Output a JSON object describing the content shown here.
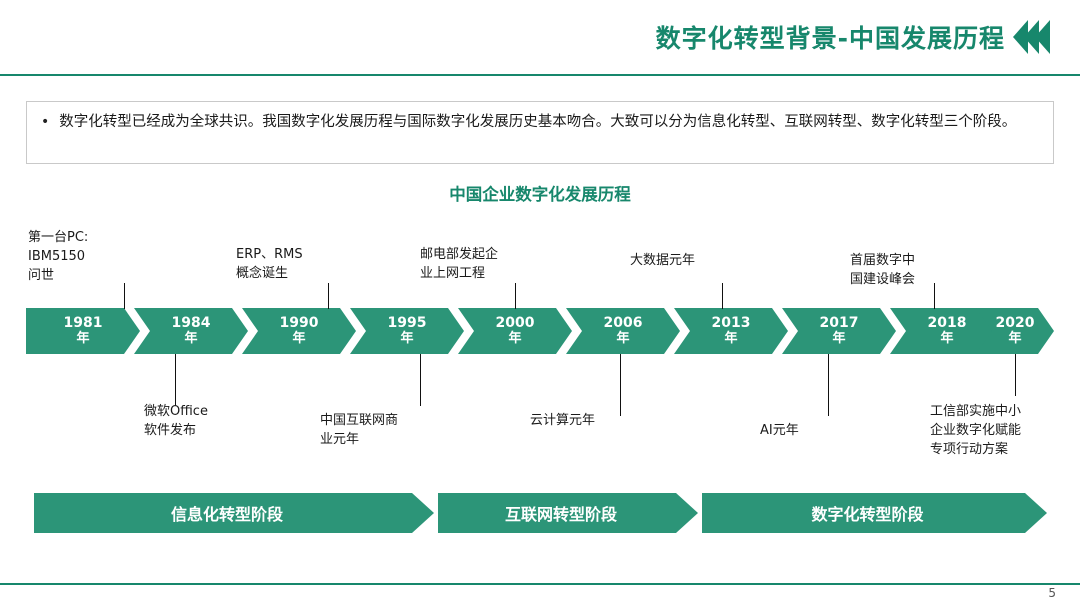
{
  "header": {
    "title": "数字化转型背景-中国发展历程",
    "accent_color": "#17876c"
  },
  "bullet": {
    "marker": "•",
    "text": "数字化转型已经成为全球共识。我国数字化发展历程与国际数字化发展历史基本吻合。大致可以分为信息化转型、互联网转型、数字化转型三个阶段。"
  },
  "subtitle": "中国企业数字化发展历程",
  "timeline": {
    "chevron_color": "#2c9578",
    "milestones": [
      {
        "year": "1981",
        "unit": "年",
        "label_above": "第一台PC:\nIBM5150\n问世",
        "label_below": ""
      },
      {
        "year": "1984",
        "unit": "年",
        "label_above": "",
        "label_below": "微软Office\n软件发布"
      },
      {
        "year": "1990",
        "unit": "年",
        "label_above": "ERP、RMS\n概念诞生",
        "label_below": ""
      },
      {
        "year": "1995",
        "unit": "年",
        "label_above": "",
        "label_below": "中国互联网商\n业元年"
      },
      {
        "year": "2000",
        "unit": "年",
        "label_above": "邮电部发起企\n业上网工程",
        "label_below": ""
      },
      {
        "year": "2006",
        "unit": "年",
        "label_above": "",
        "label_below": "云计算元年"
      },
      {
        "year": "2013",
        "unit": "年",
        "label_above": "大数据元年",
        "label_below": ""
      },
      {
        "year": "2017",
        "unit": "年",
        "label_above": "",
        "label_below": "AI元年"
      },
      {
        "year": "2018",
        "unit": "年",
        "label_above": "首届数字中\n国建设峰会",
        "label_below": ""
      },
      {
        "year": "2020",
        "unit": "年",
        "label_above": "",
        "label_below": "工信部实施中小\n企业数字化赋能\n专项行动方案"
      }
    ]
  },
  "phases": [
    {
      "label": "信息化转型阶段"
    },
    {
      "label": "互联网转型阶段"
    },
    {
      "label": "数字化转型阶段"
    }
  ],
  "footer": {
    "page_number": "5"
  }
}
